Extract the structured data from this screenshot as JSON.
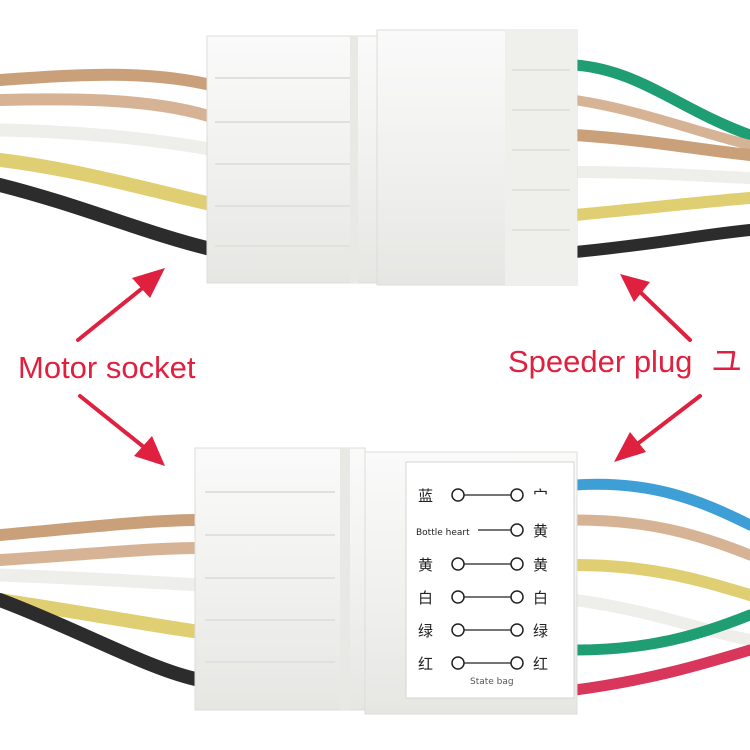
{
  "labels": {
    "motor_socket": "Motor socket",
    "speeder_plug": "Speeder plug",
    "speeder_plug_suffix": "ユ"
  },
  "wiring_chart": {
    "rows": [
      {
        "left": "蓝",
        "right": "宀",
        "connected": true
      },
      {
        "left": "",
        "right": "黄",
        "connected": true,
        "note": "Bottle heart"
      },
      {
        "left": "黄",
        "right": "黄",
        "connected": true
      },
      {
        "left": "白",
        "right": "白",
        "connected": true
      },
      {
        "left": "绿",
        "right": "绿",
        "connected": true
      },
      {
        "left": "红",
        "right": "红",
        "connected": true,
        "note": "State bag"
      }
    ]
  },
  "colors": {
    "label_red": "#e0203f",
    "connector_body": "#f4f4f2",
    "wire_tan": "#c9a07a",
    "wire_white": "#eeeeea",
    "wire_yellow": "#e0cf72",
    "wire_black": "#2c2c2c",
    "wire_green": "#1f9e74",
    "wire_blue": "#3d9fd6",
    "wire_red": "#d8365a"
  }
}
